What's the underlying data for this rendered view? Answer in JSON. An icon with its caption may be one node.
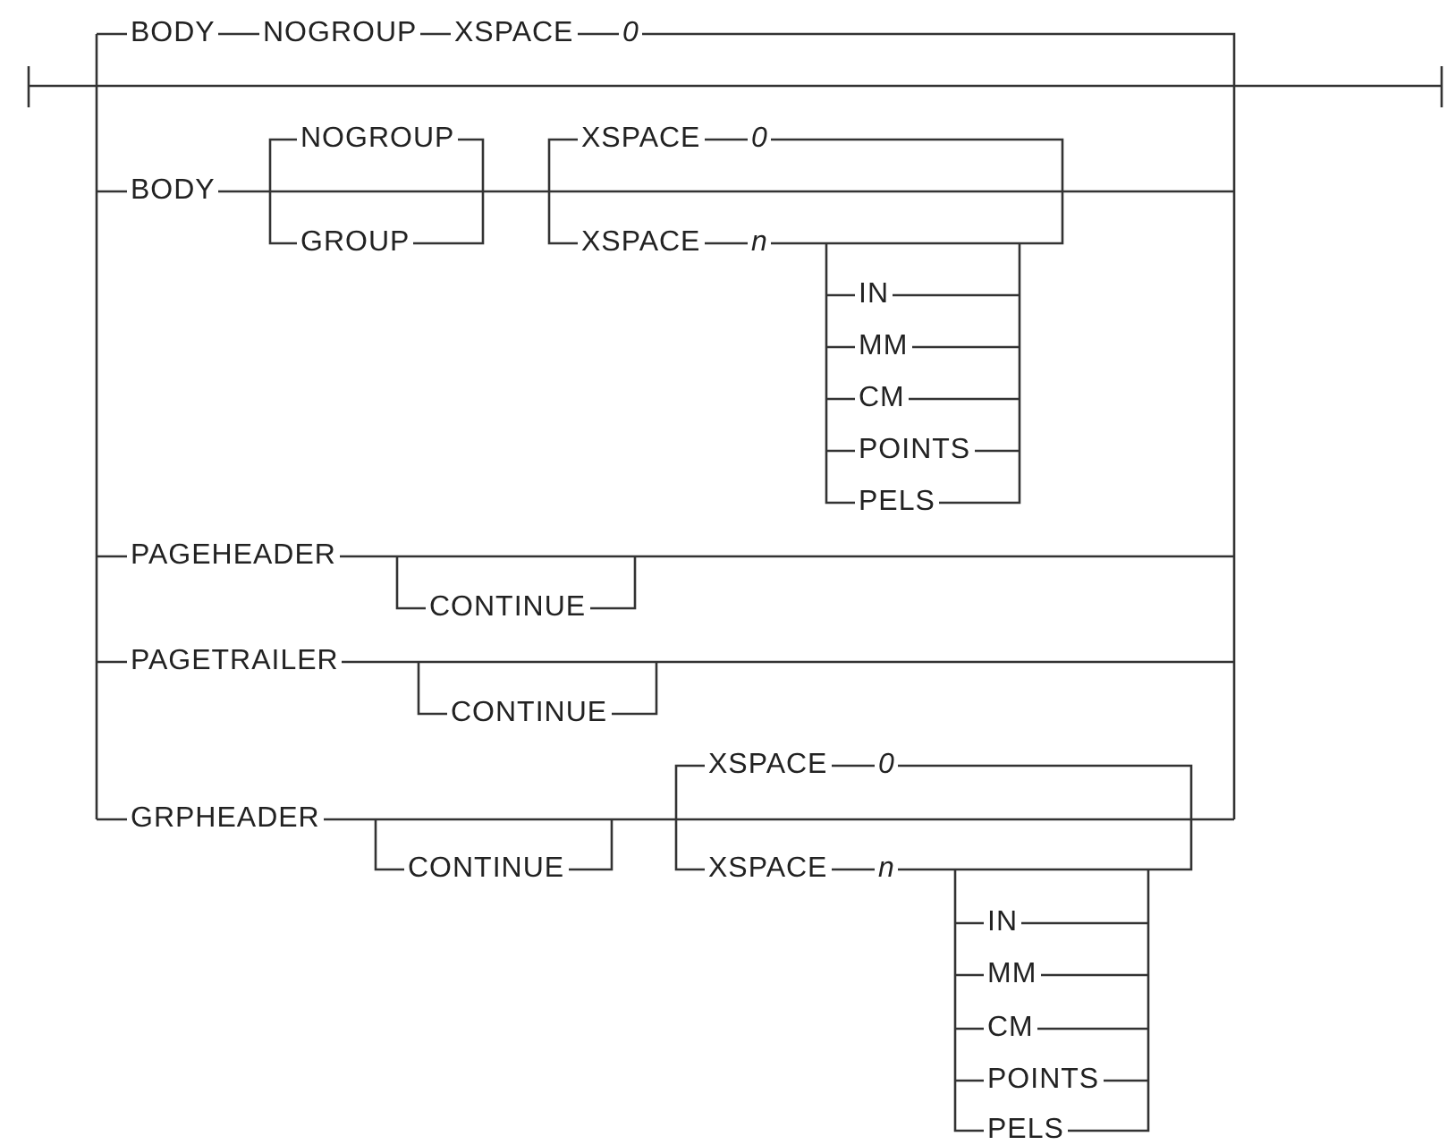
{
  "diagram": {
    "labels": [
      "BODY",
      "NOGROUP",
      "XSPACE",
      "0",
      "BODY",
      "NOGROUP",
      "XSPACE",
      "0",
      "GROUP",
      "XSPACE",
      "n",
      "IN",
      "MM",
      "CM",
      "POINTS",
      "PELS",
      "PAGEHEADER",
      "CONTINUE",
      "PAGETRAILER",
      "CONTINUE",
      "XSPACE",
      "0",
      "GRPHEADER",
      "CONTINUE",
      "XSPACE",
      "n",
      "IN",
      "MM",
      "CM",
      "POINTS",
      "PELS"
    ]
  }
}
